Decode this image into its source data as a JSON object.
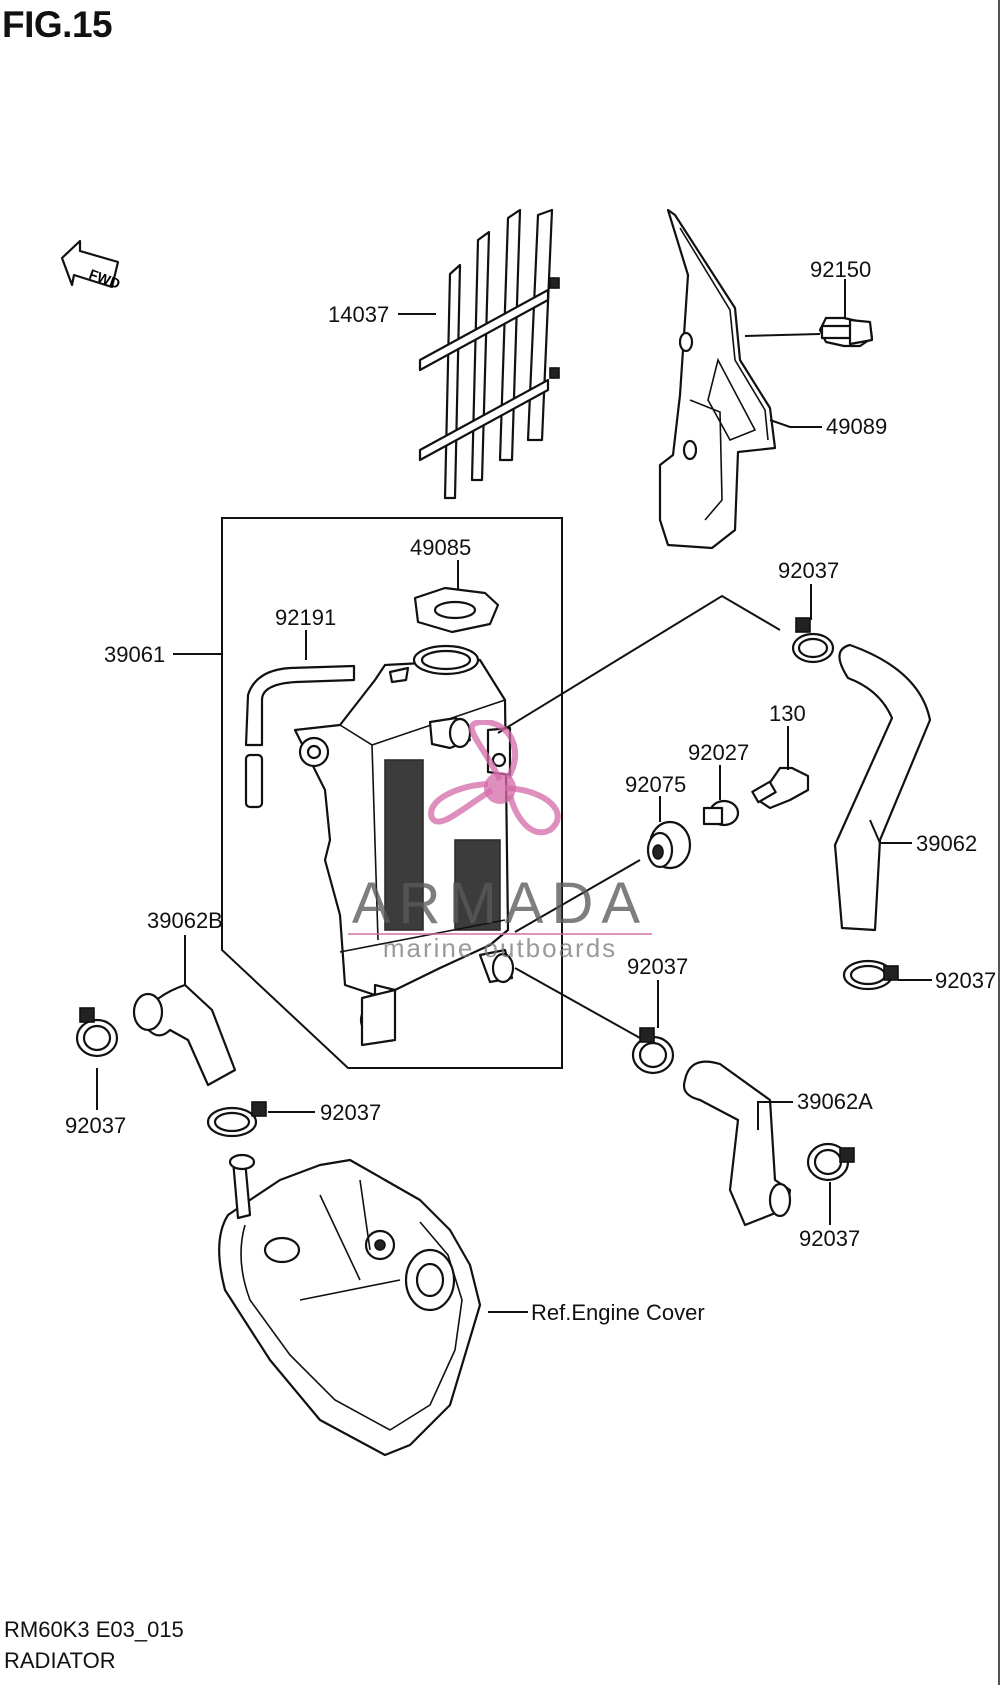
{
  "figure": {
    "title": "FIG.15",
    "code": "RM60K3 E03_015",
    "name": "RADIATOR"
  },
  "direction_arrow": {
    "label": "FWD"
  },
  "parts": {
    "p14037": "14037",
    "p92150": "92150",
    "p49089": "49089",
    "p49085": "49085",
    "p92037_top": "92037",
    "p92191": "92191",
    "p39061": "39061",
    "p130": "130",
    "p92027": "92027",
    "p92075": "92075",
    "p39062": "39062",
    "p39062B": "39062B",
    "p92037_mid": "92037",
    "p92037_right": "92037",
    "p92037_left": "92037",
    "p92037_lower": "92037",
    "p39062A": "39062A",
    "p92037_bottom": "92037",
    "engine_cover": "Ref.Engine Cover"
  },
  "watermark": {
    "brand": "ARMADA",
    "tagline": "marine outboards",
    "accent_color": "#d46aa8"
  },
  "colors": {
    "line": "#111111",
    "background": "#ffffff"
  }
}
